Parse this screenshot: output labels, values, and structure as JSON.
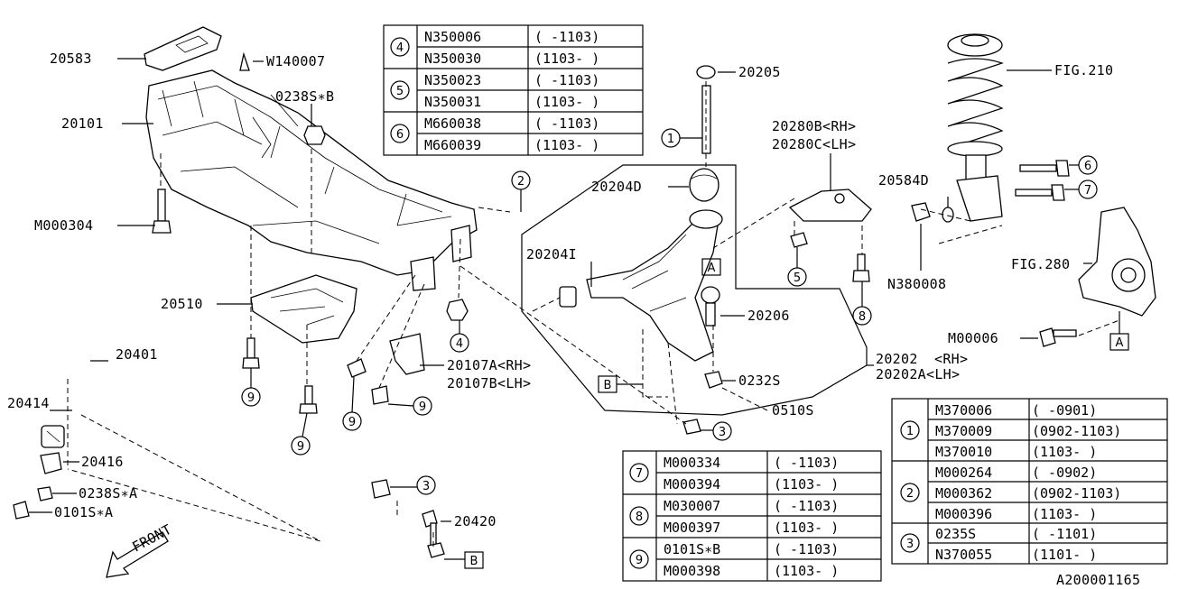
{
  "labels": {
    "p20583": "20583",
    "w140007": "W140007",
    "p20101": "20101",
    "p0238sb": "0238S∗B",
    "m000304": "M000304",
    "p20510": "20510",
    "p20401": "20401",
    "p20414": "20414",
    "p20416": "20416",
    "p0238sa": "0238S∗A",
    "p0101sa": "0101S∗A",
    "front": "FRONT",
    "p20420": "20420",
    "p20107a": "20107A<RH>",
    "p20107b": "20107B<LH>",
    "p20205": "20205",
    "p20204d": "20204D",
    "p20204i": "20204I",
    "p20206": "20206",
    "p0232s": "0232S",
    "p0510s": "0510S",
    "p20202": "20202",
    "p20202rh": "<RH>",
    "p20202a": "20202A<LH>",
    "p20280b": "20280B<RH>",
    "p20280c": "20280C<LH>",
    "fig210": "FIG.210",
    "p20584d": "20584D",
    "n380008": "N380008",
    "fig280": "FIG.280",
    "m00006": "M00006",
    "diagram_id": "A200001165"
  },
  "callouts": {
    "c1": "1",
    "c2": "2",
    "c3": "3",
    "c4": "4",
    "c5": "5",
    "c6": "6",
    "c7": "7",
    "c8": "8",
    "c9": "9",
    "boxA": "A",
    "boxB": "B"
  },
  "table_456": [
    {
      "num": "4",
      "rows": [
        [
          "N350006",
          "(  -1103)"
        ],
        [
          "N350030",
          "(1103-  )"
        ]
      ]
    },
    {
      "num": "5",
      "rows": [
        [
          "N350023",
          "(  -1103)"
        ],
        [
          "N350031",
          "(1103-  )"
        ]
      ]
    },
    {
      "num": "6",
      "rows": [
        [
          "M660038",
          "(  -1103)"
        ],
        [
          "M660039",
          "(1103-  )"
        ]
      ]
    }
  ],
  "table_789": [
    {
      "num": "7",
      "rows": [
        [
          "M000334",
          "(  -1103)"
        ],
        [
          "M000394",
          "(1103-  )"
        ]
      ]
    },
    {
      "num": "8",
      "rows": [
        [
          "M030007",
          "(  -1103)"
        ],
        [
          "M000397",
          "(1103-  )"
        ]
      ]
    },
    {
      "num": "9",
      "rows": [
        [
          "0101S∗B",
          "(  -1103)"
        ],
        [
          "M000398",
          "(1103-  )"
        ]
      ]
    }
  ],
  "table_123": [
    {
      "num": "1",
      "rows": [
        [
          "M370006",
          "(  -0901)"
        ],
        [
          "M370009",
          "(0902-1103)"
        ],
        [
          "M370010",
          "(1103-  )"
        ]
      ]
    },
    {
      "num": "2",
      "rows": [
        [
          "M000264",
          "(  -0902)"
        ],
        [
          "M000362",
          "(0902-1103)"
        ],
        [
          "M000396",
          "(1103-  )"
        ]
      ]
    },
    {
      "num": "3",
      "rows": [
        [
          "0235S",
          "(  -1101)"
        ],
        [
          "N370055",
          "(1101-  )"
        ]
      ]
    }
  ]
}
